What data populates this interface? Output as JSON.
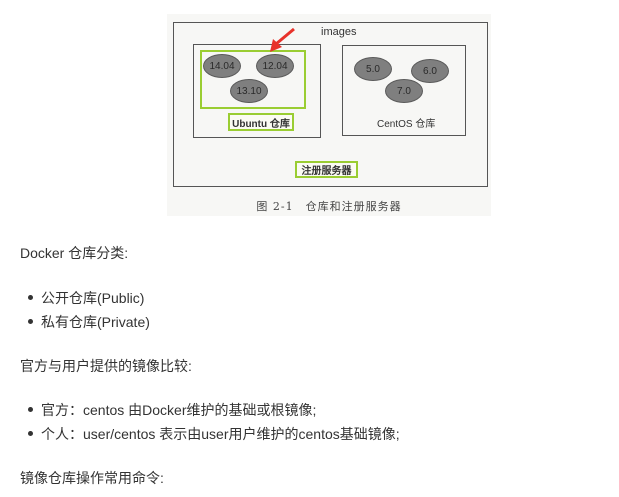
{
  "figure": {
    "outer_label": "注册服务器",
    "arrow_label": "images",
    "ubuntu": {
      "label": "Ubuntu 仓库",
      "images": [
        "14.04",
        "12.04",
        "13.10"
      ]
    },
    "centos": {
      "label": "CentOS 仓库",
      "images": [
        "5.0",
        "6.0",
        "7.0"
      ]
    },
    "caption": "图 2-1　仓库和注册服务器",
    "colors": {
      "highlight": "#9acd32",
      "arrow": "#e8322a",
      "ellipse": "#7f7f7f"
    }
  },
  "sections": [
    {
      "heading": "Docker 仓库分类:",
      "items": [
        "公开仓库(Public)",
        "私有仓库(Private)"
      ]
    },
    {
      "heading": "官方与用户提供的镜像比较:",
      "items": [
        "官方：centos 由Docker维护的基础或根镜像;",
        "个人：user/centos 表示由user用户维护的centos基础镜像;"
      ]
    },
    {
      "heading": "镜像仓库操作常用命令:",
      "items": []
    }
  ]
}
